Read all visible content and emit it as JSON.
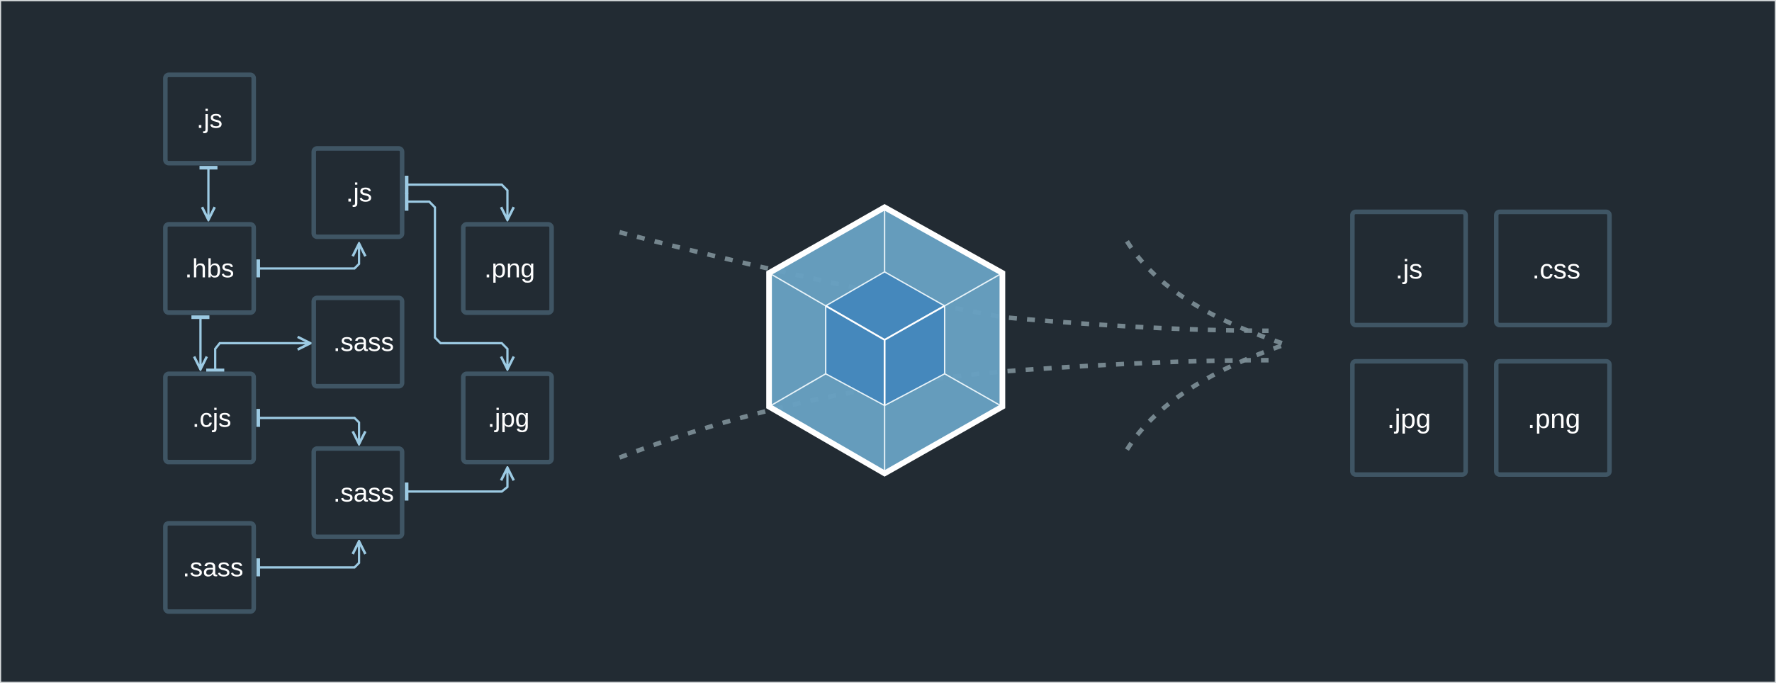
{
  "input_modules": [
    ".js",
    ".hbs",
    ".cjs",
    ".sass",
    ".js",
    ".sass",
    ".sass",
    ".png",
    ".jpg"
  ],
  "output_assets": [
    ".js",
    ".css",
    ".jpg",
    ".png"
  ],
  "bundler_logo": "webpack cube",
  "colors": {
    "background": "#222b33",
    "box_border": "#3f5564",
    "connector": "#9ccae3",
    "cube_outer": "#67a0c1",
    "cube_inner": "#4588bc",
    "dashes": "#7a8b94"
  }
}
